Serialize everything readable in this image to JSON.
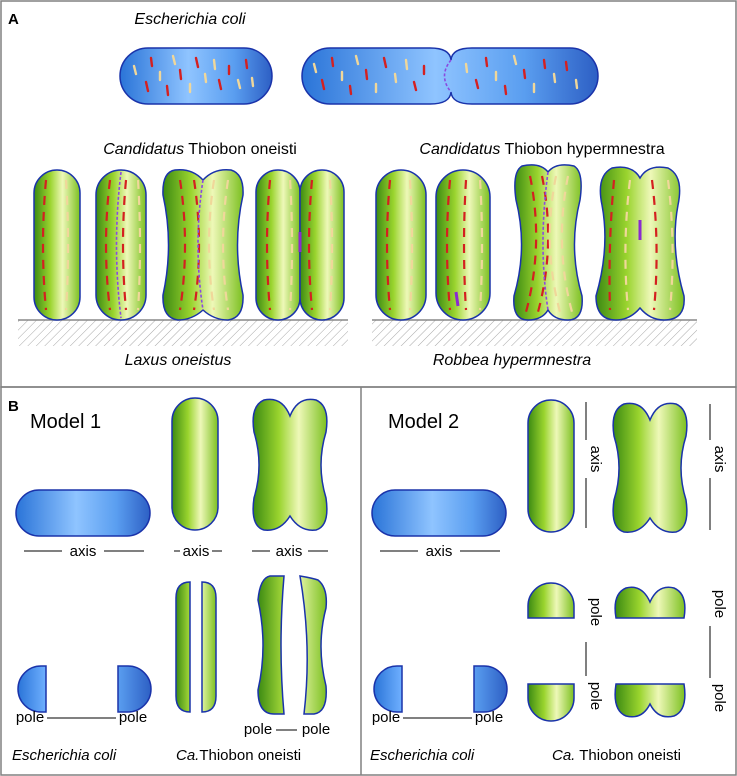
{
  "colors": {
    "frame": "#808080",
    "cell_outline": "#1a33aa",
    "blue_dark": "#1f6fd6",
    "blue_light": "#8fc4ff",
    "green_dark": "#3f8c15",
    "green_mid": "#8ccf2a",
    "green_light": "#e8f6b0",
    "dash_red": "#d42020",
    "dash_tan": "#f0d79a",
    "ground": "#a8a8a8"
  },
  "panel_a": {
    "label": "A",
    "ecoli_title": "Escherichia coli",
    "oneisti_title_italic": "Candidatus",
    "oneisti_title_rest": " Thiobon oneisti",
    "hyper_title_italic": "Candidatus",
    "hyper_title_rest": " Thiobon hypermnestra",
    "host_left": "Laxus oneistus",
    "host_right": "Robbea hypermnestra"
  },
  "panel_b": {
    "label": "B",
    "model1": {
      "title": "Model 1",
      "axis_labels": [
        "axis",
        "axis",
        "axis"
      ],
      "pole_labels": [
        "pole",
        "pole",
        "pole",
        "pole"
      ],
      "ecoli_caption": "Escherichia coli",
      "thiobon_caption_italic": "Ca.",
      "thiobon_caption_rest": "Thiobon oneisti"
    },
    "model2": {
      "title": "Model 2",
      "axis_labels": [
        "axis",
        "axis",
        "axis"
      ],
      "pole_labels": [
        "pole",
        "pole",
        "pole",
        "pole"
      ],
      "ecoli_caption": "Escherichia coli",
      "thiobon_caption_italic": "Ca.",
      "thiobon_caption_rest": " Thiobon oneisti"
    }
  }
}
